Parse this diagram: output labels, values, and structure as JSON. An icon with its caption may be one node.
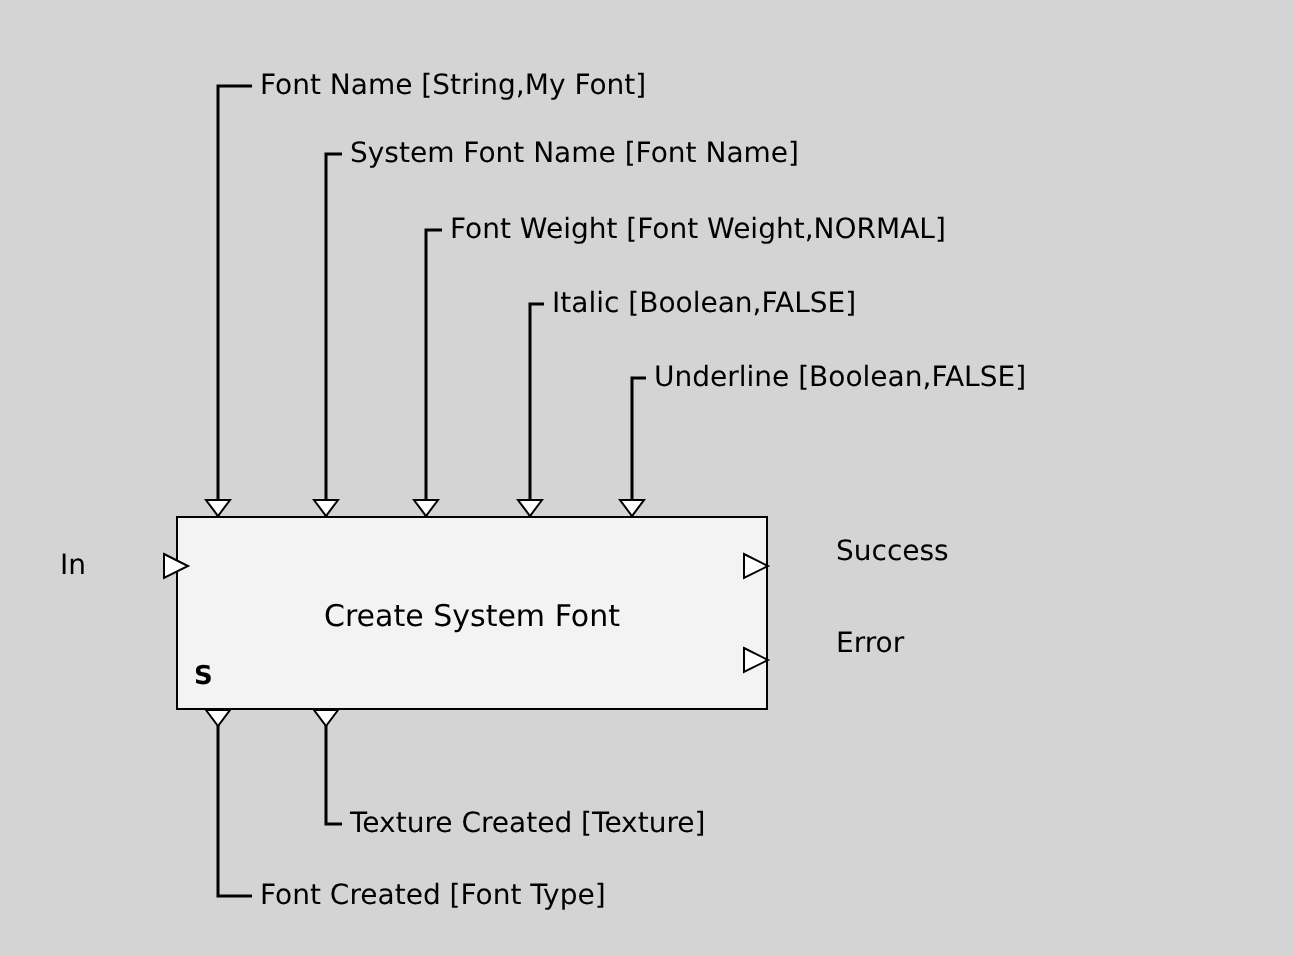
{
  "diagram": {
    "nodes": [
      {
        "text": [
          "Font Name [String,My Font]"
        ]
      },
      {
        "text": [
          "System Font Name [Font Name]"
        ]
      },
      {
        "text": [
          "Font Weight [Font Weight,NORMAL]"
        ]
      },
      {
        "text": [
          "Italic [Boolean,FALSE]"
        ]
      },
      {
        "text": [
          "Underline [Boolean,FALSE]"
        ]
      },
      {
        "text": [
          "Create System Font"
        ],
        "beside": [
          "In",
          "Success",
          "Error"
        ]
      },
      {
        "text": [
          "Texture Created [Texture]"
        ]
      },
      {
        "text": [
          "Font Created [Font Type]"
        ]
      }
    ],
    "edges": [
      {
        "from": 0,
        "to": 5,
        "arrow": "to"
      },
      {
        "from": 1,
        "to": 5,
        "arrow": "to"
      },
      {
        "from": 2,
        "to": 5,
        "arrow": "to"
      },
      {
        "from": 3,
        "to": 5,
        "arrow": "to"
      },
      {
        "from": 4,
        "to": 5,
        "arrow": "to"
      },
      {
        "from": 5,
        "to": 6,
        "arrow": "other"
      },
      {
        "from": 5,
        "to": 7,
        "arrow": "other"
      }
    ],
    "labels": [
      "S"
    ]
  }
}
